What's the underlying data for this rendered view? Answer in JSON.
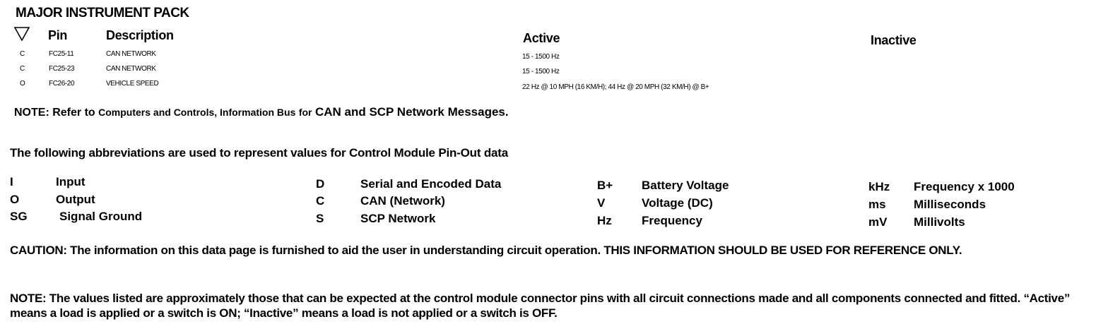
{
  "title": "MAJOR INSTRUMENT PACK",
  "table": {
    "headers": {
      "pin": "Pin",
      "description": "Description",
      "active": "Active",
      "inactive": "Inactive"
    },
    "rows": [
      {
        "type": "C",
        "pin": "FC25-11",
        "description": "CAN NETWORK",
        "active": "15 - 1500 Hz",
        "inactive": ""
      },
      {
        "type": "C",
        "pin": "FC25-23",
        "description": "CAN NETWORK",
        "active": "15 - 1500 Hz",
        "inactive": ""
      },
      {
        "type": "O",
        "pin": "FC26-20",
        "description": "VEHICLE SPEED",
        "active": "22 Hz @ 10 MPH (16 KM/H); 44 Hz @ 20 MPH (32 KM/H) @ B+",
        "inactive": ""
      }
    ]
  },
  "note_network": {
    "lead": "NOTE:  Refer to",
    "middle": "Computers and Controls, Information Bus",
    "for_word": "for",
    "tail": "CAN and SCP Network Messages."
  },
  "abbreviations_intro": "The following abbreviations are used to represent values for Control Module Pin-Out data",
  "abbreviations": [
    {
      "code": "I",
      "meaning": "Input"
    },
    {
      "code": "O",
      "meaning": "Output"
    },
    {
      "code": "SG",
      "meaning": "Signal Ground"
    },
    {
      "code": "D",
      "meaning": "Serial and Encoded Data"
    },
    {
      "code": "C",
      "meaning": "CAN (Network)"
    },
    {
      "code": "S",
      "meaning": "SCP Network"
    },
    {
      "code": "B+",
      "meaning": "Battery Voltage"
    },
    {
      "code": "V",
      "meaning": "Voltage (DC)"
    },
    {
      "code": "Hz",
      "meaning": "Frequency"
    },
    {
      "code": "kHz",
      "meaning": "Frequency x 1000"
    },
    {
      "code": "ms",
      "meaning": "Milliseconds"
    },
    {
      "code": "mV",
      "meaning": "Millivolts"
    }
  ],
  "caution": "CAUTION: The information on this data page is furnished to aid the user in understanding circuit operation.  THIS INFORMATION SHOULD BE USED FOR REFERENCE ONLY.",
  "note_values": "NOTE: The values listed are approximately those that can be expected at the control module connector pins with all circuit connections made and all components connected and fitted.  “Active” means a load is applied or a switch is ON; “Inactive” means a load is not applied or a switch is OFF."
}
